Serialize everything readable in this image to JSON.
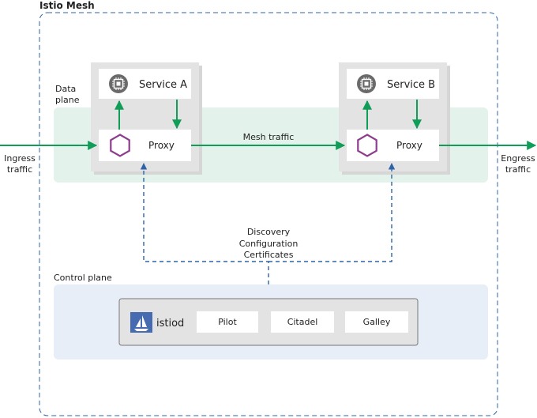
{
  "mesh": {
    "title": "Istio Mesh"
  },
  "data_plane": {
    "label_line1": "Data",
    "label_line2": "plane",
    "mesh_traffic": "Mesh traffic",
    "services": [
      {
        "name": "Service A",
        "proxy": "Proxy"
      },
      {
        "name": "Service B",
        "proxy": "Proxy"
      }
    ]
  },
  "ingress": {
    "line1": "Ingress",
    "line2": "traffic"
  },
  "egress": {
    "line1": "Engress",
    "line2": "traffic"
  },
  "control": {
    "line1": "Discovery",
    "line2": "Configuration",
    "line3": "Certificates"
  },
  "control_plane": {
    "label": "Control plane",
    "istiod": "istiod",
    "components": [
      "Pilot",
      "Citadel",
      "Galley"
    ]
  },
  "colors": {
    "data_plane_bg": "#e3f2ea",
    "control_plane_bg": "#e8eef7",
    "arrow_green": "#0f9d58",
    "dash_blue": "#2f63a8",
    "proxy_hex": "#8e3d8e"
  }
}
